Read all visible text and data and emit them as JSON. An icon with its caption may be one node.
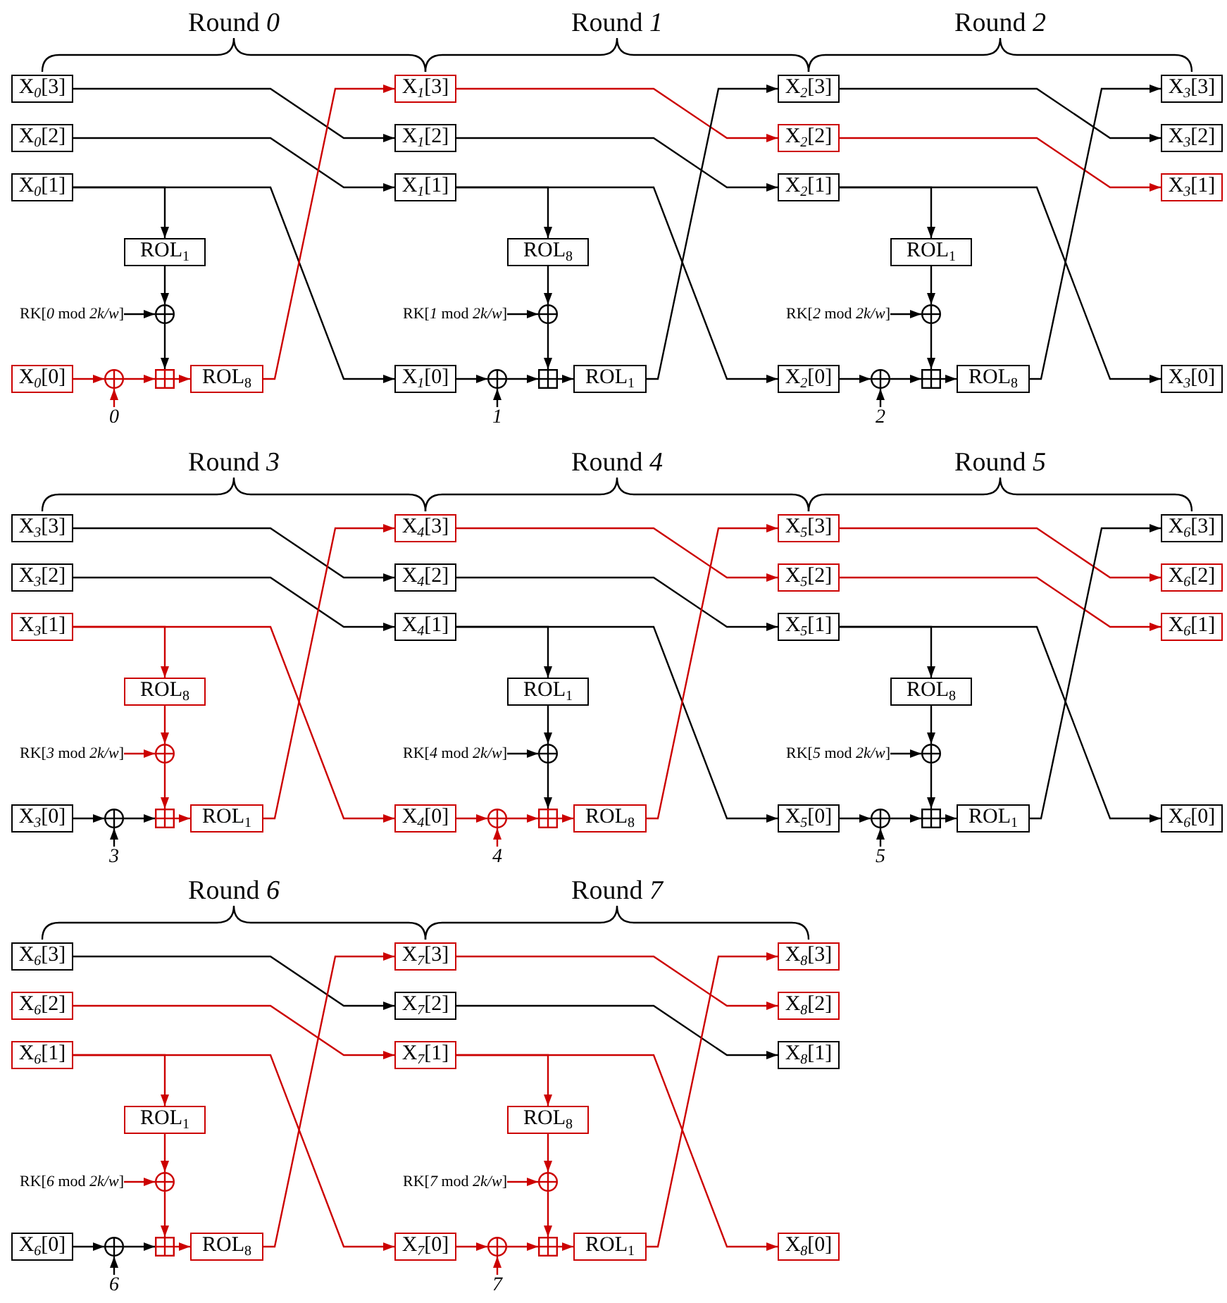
{
  "diagram": {
    "nodes": [
      {
        "text": [
          "X$_{0}$[3]"
        ]
      },
      {
        "text": [
          "X$_{0}$[2]"
        ]
      },
      {
        "text": [
          "X$_{0}$[1]"
        ]
      },
      {
        "text": [
          "X$_{0}$[0]"
        ]
      },
      {
        "text": [
          "ROL$_{1}$"
        ]
      },
      {
        "text": [
          "RK[*0* mod *2k/w*]"
        ]
      },
      {
        "text": [],
        "shape": "circle"
      },
      {
        "text": [],
        "shape": "circle"
      },
      {
        "text": [
          "0"
        ]
      },
      {
        "text": [],
        "shape": "box"
      },
      {
        "text": [
          "ROL$_{8}$"
        ]
      },
      {
        "text": [
          "X$_{1}$[3]"
        ]
      },
      {
        "text": [
          "X$_{1}$[2]"
        ]
      },
      {
        "text": [
          "X$_{1}$[1]"
        ]
      },
      {
        "text": [
          "X$_{1}$[0]"
        ]
      },
      {
        "text": [
          "ROL$_{8}$"
        ]
      },
      {
        "text": [
          "RK[*1* mod *2k/w*]"
        ]
      },
      {
        "text": [],
        "shape": "circle"
      },
      {
        "text": [],
        "shape": "circle"
      },
      {
        "text": [
          "1"
        ]
      },
      {
        "text": [],
        "shape": "box"
      },
      {
        "text": [
          "ROL$_{1}$"
        ]
      },
      {
        "text": [
          "X$_{2}$[3]"
        ]
      },
      {
        "text": [
          "X$_{2}$[2]"
        ]
      },
      {
        "text": [
          "X$_{2}$[1]"
        ]
      },
      {
        "text": [
          "X$_{2}$[0]"
        ]
      },
      {
        "text": [
          "ROL$_{1}$"
        ]
      },
      {
        "text": [
          "RK[*2* mod *2k/w*]"
        ]
      },
      {
        "text": [],
        "shape": "circle"
      },
      {
        "text": [],
        "shape": "circle"
      },
      {
        "text": [
          "2"
        ]
      },
      {
        "text": [],
        "shape": "box"
      },
      {
        "text": [
          "ROL$_{8}$"
        ]
      },
      {
        "text": [
          "X$_{3}$[3]"
        ]
      },
      {
        "text": [
          "X$_{3}$[2]"
        ]
      },
      {
        "text": [
          "X$_{3}$[1]"
        ]
      },
      {
        "text": [
          "X$_{3}$[0]"
        ]
      },
      {
        "text": [
          "X$_{3}$[3]"
        ]
      },
      {
        "text": [
          "X$_{3}$[2]"
        ]
      },
      {
        "text": [
          "X$_{3}$[1]"
        ]
      },
      {
        "text": [
          "X$_{3}$[0]"
        ]
      },
      {
        "text": [
          "ROL$_{8}$"
        ]
      },
      {
        "text": [
          "RK[*3* mod *2k/w*]"
        ]
      },
      {
        "text": [],
        "shape": "circle"
      },
      {
        "text": [],
        "shape": "circle"
      },
      {
        "text": [
          "3"
        ]
      },
      {
        "text": [],
        "shape": "box"
      },
      {
        "text": [
          "ROL$_{1}$"
        ]
      },
      {
        "text": [
          "X$_{4}$[3]"
        ]
      },
      {
        "text": [
          "X$_{4}$[2]"
        ]
      },
      {
        "text": [
          "X$_{4}$[1]"
        ]
      },
      {
        "text": [
          "X$_{4}$[0]"
        ]
      },
      {
        "text": [
          "ROL$_{1}$"
        ]
      },
      {
        "text": [
          "RK[*4* mod *2k/w*]"
        ]
      },
      {
        "text": [],
        "shape": "circle"
      },
      {
        "text": [],
        "shape": "circle"
      },
      {
        "text": [
          "4"
        ]
      },
      {
        "text": [],
        "shape": "box"
      },
      {
        "text": [
          "ROL$_{8}$"
        ]
      },
      {
        "text": [
          "X$_{5}$[3]"
        ]
      },
      {
        "text": [
          "X$_{5}$[2]"
        ]
      },
      {
        "text": [
          "X$_{5}$[1]"
        ]
      },
      {
        "text": [
          "X$_{5}$[0]"
        ]
      },
      {
        "text": [
          "ROL$_{8}$"
        ]
      },
      {
        "text": [
          "RK[*5* mod *2k/w*]"
        ]
      },
      {
        "text": [],
        "shape": "circle"
      },
      {
        "text": [],
        "shape": "circle"
      },
      {
        "text": [
          "5"
        ]
      },
      {
        "text": [],
        "shape": "box"
      },
      {
        "text": [
          "ROL$_{1}$"
        ]
      },
      {
        "text": [
          "X$_{6}$[3]"
        ]
      },
      {
        "text": [
          "X$_{6}$[2]"
        ]
      },
      {
        "text": [
          "X$_{6}$[1]"
        ]
      },
      {
        "text": [
          "X$_{6}$[0]"
        ]
      },
      {
        "text": [
          "X$_{6}$[3]"
        ]
      },
      {
        "text": [
          "X$_{6}$[2]"
        ]
      },
      {
        "text": [
          "X$_{6}$[1]"
        ]
      },
      {
        "text": [
          "X$_{6}$[0]"
        ]
      },
      {
        "text": [
          "ROL$_{1}$"
        ]
      },
      {
        "text": [
          "RK[*6* mod *2k/w*]"
        ]
      },
      {
        "text": [],
        "shape": "circle"
      },
      {
        "text": [],
        "shape": "circle"
      },
      {
        "text": [
          "6"
        ]
      },
      {
        "text": [],
        "shape": "box"
      },
      {
        "text": [
          "ROL$_{8}$"
        ]
      },
      {
        "text": [
          "X$_{7}$[3]"
        ]
      },
      {
        "text": [
          "X$_{7}$[2]"
        ]
      },
      {
        "text": [
          "X$_{7}$[1]"
        ]
      },
      {
        "text": [
          "X$_{7}$[0]"
        ]
      },
      {
        "text": [
          "ROL$_{8}$"
        ]
      },
      {
        "text": [
          "RK[*7* mod *2k/w*]"
        ]
      },
      {
        "text": [],
        "shape": "circle"
      },
      {
        "text": [],
        "shape": "circle"
      },
      {
        "text": [
          "7"
        ]
      },
      {
        "text": [],
        "shape": "box"
      },
      {
        "text": [
          "ROL$_{1}$"
        ]
      },
      {
        "text": [
          "X$_{8}$[3]"
        ]
      },
      {
        "text": [
          "X$_{8}$[2]"
        ]
      },
      {
        "text": [
          "X$_{8}$[1]"
        ]
      },
      {
        "text": [
          "X$_{8}$[0]"
        ]
      }
    ],
    "edges": [
      {
        "from": 0,
        "to": 12,
        "arrow": "to"
      },
      {
        "from": 1,
        "to": 13,
        "arrow": "to"
      },
      {
        "from": 2,
        "to": 14,
        "arrow": "to"
      },
      {
        "from": 2,
        "to": 4,
        "arrow": "to"
      },
      {
        "from": 4,
        "to": 6,
        "arrow": "to"
      },
      {
        "from": 5,
        "to": 6,
        "arrow": "to"
      },
      {
        "from": 6,
        "to": 9,
        "arrow": "to"
      },
      {
        "from": 3,
        "to": 7,
        "arrow": "to",
        "color": "#cc0000"
      },
      {
        "from": 8,
        "to": 7,
        "arrow": "to",
        "color": "#cc0000"
      },
      {
        "from": 7,
        "to": 9,
        "arrow": "to",
        "color": "#cc0000"
      },
      {
        "from": 9,
        "to": 10,
        "arrow": "to",
        "color": "#cc0000"
      },
      {
        "from": 10,
        "to": 11,
        "arrow": "to",
        "color": "#cc0000"
      },
      {
        "from": 11,
        "to": 23,
        "arrow": "to",
        "color": "#cc0000"
      },
      {
        "from": 12,
        "to": 24,
        "arrow": "to"
      },
      {
        "from": 13,
        "to": 25,
        "arrow": "to"
      },
      {
        "from": 13,
        "to": 15,
        "arrow": "to"
      },
      {
        "from": 15,
        "to": 17,
        "arrow": "to"
      },
      {
        "from": 16,
        "to": 17,
        "arrow": "to"
      },
      {
        "from": 17,
        "to": 20,
        "arrow": "to"
      },
      {
        "from": 14,
        "to": 18,
        "arrow": "to"
      },
      {
        "from": 19,
        "to": 18,
        "arrow": "to"
      },
      {
        "from": 18,
        "to": 20,
        "arrow": "to"
      },
      {
        "from": 20,
        "to": 21,
        "arrow": "to"
      },
      {
        "from": 21,
        "to": 22,
        "arrow": "to"
      },
      {
        "from": 22,
        "to": 34,
        "arrow": "to"
      },
      {
        "from": 23,
        "to": 35,
        "arrow": "to",
        "color": "#cc0000"
      },
      {
        "from": 24,
        "to": 36,
        "arrow": "to"
      },
      {
        "from": 24,
        "to": 26,
        "arrow": "to"
      },
      {
        "from": 26,
        "to": 28,
        "arrow": "to"
      },
      {
        "from": 27,
        "to": 28,
        "arrow": "to"
      },
      {
        "from": 28,
        "to": 31,
        "arrow": "to"
      },
      {
        "from": 25,
        "to": 29,
        "arrow": "to"
      },
      {
        "from": 30,
        "to": 29,
        "arrow": "to"
      },
      {
        "from": 29,
        "to": 31,
        "arrow": "to"
      },
      {
        "from": 31,
        "to": 32,
        "arrow": "to"
      },
      {
        "from": 32,
        "to": 33,
        "arrow": "to"
      },
      {
        "from": 37,
        "to": 49,
        "arrow": "to"
      },
      {
        "from": 38,
        "to": 50,
        "arrow": "to"
      },
      {
        "from": 39,
        "to": 51,
        "arrow": "to",
        "color": "#cc0000"
      },
      {
        "from": 39,
        "to": 41,
        "arrow": "to",
        "color": "#cc0000"
      },
      {
        "from": 41,
        "to": 43,
        "arrow": "to",
        "color": "#cc0000"
      },
      {
        "from": 42,
        "to": 43,
        "arrow": "to",
        "color": "#cc0000"
      },
      {
        "from": 43,
        "to": 46,
        "arrow": "to",
        "color": "#cc0000"
      },
      {
        "from": 40,
        "to": 44,
        "arrow": "to"
      },
      {
        "from": 45,
        "to": 44,
        "arrow": "to"
      },
      {
        "from": 44,
        "to": 46,
        "arrow": "to"
      },
      {
        "from": 46,
        "to": 47,
        "arrow": "to",
        "color": "#cc0000"
      },
      {
        "from": 47,
        "to": 48,
        "arrow": "to",
        "color": "#cc0000"
      },
      {
        "from": 48,
        "to": 60,
        "arrow": "to",
        "color": "#cc0000"
      },
      {
        "from": 49,
        "to": 61,
        "arrow": "to"
      },
      {
        "from": 50,
        "to": 62,
        "arrow": "to"
      },
      {
        "from": 50,
        "to": 52,
        "arrow": "to"
      },
      {
        "from": 52,
        "to": 54,
        "arrow": "to"
      },
      {
        "from": 53,
        "to": 54,
        "arrow": "to"
      },
      {
        "from": 54,
        "to": 57,
        "arrow": "to"
      },
      {
        "from": 51,
        "to": 55,
        "arrow": "to",
        "color": "#cc0000"
      },
      {
        "from": 56,
        "to": 55,
        "arrow": "to",
        "color": "#cc0000"
      },
      {
        "from": 55,
        "to": 57,
        "arrow": "to",
        "color": "#cc0000"
      },
      {
        "from": 57,
        "to": 58,
        "arrow": "to",
        "color": "#cc0000"
      },
      {
        "from": 58,
        "to": 59,
        "arrow": "to",
        "color": "#cc0000"
      },
      {
        "from": 59,
        "to": 71,
        "arrow": "to",
        "color": "#cc0000"
      },
      {
        "from": 60,
        "to": 72,
        "arrow": "to",
        "color": "#cc0000"
      },
      {
        "from": 61,
        "to": 73,
        "arrow": "to"
      },
      {
        "from": 61,
        "to": 63,
        "arrow": "to"
      },
      {
        "from": 63,
        "to": 65,
        "arrow": "to"
      },
      {
        "from": 64,
        "to": 65,
        "arrow": "to"
      },
      {
        "from": 65,
        "to": 68,
        "arrow": "to"
      },
      {
        "from": 62,
        "to": 66,
        "arrow": "to"
      },
      {
        "from": 67,
        "to": 66,
        "arrow": "to"
      },
      {
        "from": 66,
        "to": 68,
        "arrow": "to"
      },
      {
        "from": 68,
        "to": 69,
        "arrow": "to"
      },
      {
        "from": 69,
        "to": 70,
        "arrow": "to"
      },
      {
        "from": 74,
        "to": 86,
        "arrow": "to"
      },
      {
        "from": 75,
        "to": 87,
        "arrow": "to",
        "color": "#cc0000"
      },
      {
        "from": 76,
        "to": 88,
        "arrow": "to",
        "color": "#cc0000"
      },
      {
        "from": 76,
        "to": 78,
        "arrow": "to",
        "color": "#cc0000"
      },
      {
        "from": 78,
        "to": 80,
        "arrow": "to",
        "color": "#cc0000"
      },
      {
        "from": 79,
        "to": 80,
        "arrow": "to",
        "color": "#cc0000"
      },
      {
        "from": 80,
        "to": 83,
        "arrow": "to",
        "color": "#cc0000"
      },
      {
        "from": 77,
        "to": 81,
        "arrow": "to"
      },
      {
        "from": 82,
        "to": 81,
        "arrow": "to"
      },
      {
        "from": 81,
        "to": 83,
        "arrow": "to"
      },
      {
        "from": 83,
        "to": 84,
        "arrow": "to",
        "color": "#cc0000"
      },
      {
        "from": 84,
        "to": 85,
        "arrow": "to",
        "color": "#cc0000"
      },
      {
        "from": 85,
        "to": 97,
        "arrow": "to",
        "color": "#cc0000"
      },
      {
        "from": 86,
        "to": 98,
        "arrow": "to"
      },
      {
        "from": 87,
        "to": 99,
        "arrow": "to",
        "color": "#cc0000"
      },
      {
        "from": 87,
        "to": 89,
        "arrow": "to",
        "color": "#cc0000"
      },
      {
        "from": 89,
        "to": 91,
        "arrow": "to",
        "color": "#cc0000"
      },
      {
        "from": 90,
        "to": 91,
        "arrow": "to",
        "color": "#cc0000"
      },
      {
        "from": 91,
        "to": 94,
        "arrow": "to",
        "color": "#cc0000"
      },
      {
        "from": 88,
        "to": 92,
        "arrow": "to",
        "color": "#cc0000"
      },
      {
        "from": 93,
        "to": 92,
        "arrow": "to",
        "color": "#cc0000"
      },
      {
        "from": 92,
        "to": 94,
        "arrow": "to",
        "color": "#cc0000"
      },
      {
        "from": 94,
        "to": 95,
        "arrow": "to",
        "color": "#cc0000"
      },
      {
        "from": 95,
        "to": 96,
        "arrow": "to",
        "color": "#cc0000"
      }
    ],
    "labels": [
      "Round *0*",
      "Round *1*",
      "Round *2*",
      "Round *3*",
      "Round *4*",
      "Round *5*",
      "Round *6*",
      "Round *7*"
    ]
  }
}
